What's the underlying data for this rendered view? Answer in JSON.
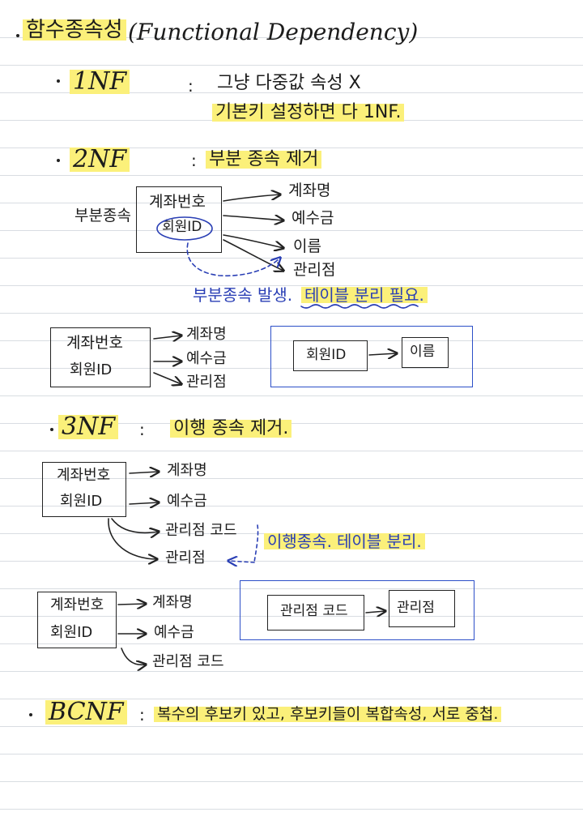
{
  "title": {
    "ko": "함수종속성",
    "en": "(Functional Dependency)"
  },
  "nf1": {
    "label": "1NF",
    "sep": ":",
    "line1": "그냥 다중값 속성 X",
    "line2": "기본키 설정하면 다 1NF."
  },
  "nf2": {
    "label": "2NF",
    "sep": ":",
    "desc": "부분 종속 제거",
    "side_label": "부분종속",
    "box_line1": "계좌번호",
    "box_line2": "회원ID",
    "targets": [
      "계좌명",
      "예수금",
      "이름",
      "관리점"
    ],
    "note": "부분종속 발생.",
    "note2": "테이블 분리 필요.",
    "split_box_line1": "계좌번호",
    "split_box_line2": "회원ID",
    "split_targets": [
      "계좌명",
      "예수금",
      "관리점"
    ],
    "new_left": "회원ID",
    "new_right": "이름"
  },
  "nf3": {
    "label": "3NF",
    "sep": ":",
    "desc": "이행 종속 제거.",
    "box_line1": "계좌번호",
    "box_line2": "회원ID",
    "targets": [
      "계좌명",
      "예수금",
      "관리점 코드",
      "관리점"
    ],
    "note": "이행종속.",
    "note2": "테이블 분리.",
    "split_box_line1": "계좌번호",
    "split_box_line2": "회원ID",
    "split_targets": [
      "계좌명",
      "예수금",
      "관리점 코드"
    ],
    "new_left": "관리점 코드",
    "new_right": "관리점"
  },
  "bcnf": {
    "label": "BCNF",
    "sep": ":",
    "desc": "복수의 후보키 있고, 후보키들이 복합속성, 서로 중첩."
  },
  "colors": {
    "highlight": "#fbf07a",
    "blue_ink": "#2a3fb5",
    "box_blue": "#2c4fc8",
    "rule": "#d9dde2"
  }
}
